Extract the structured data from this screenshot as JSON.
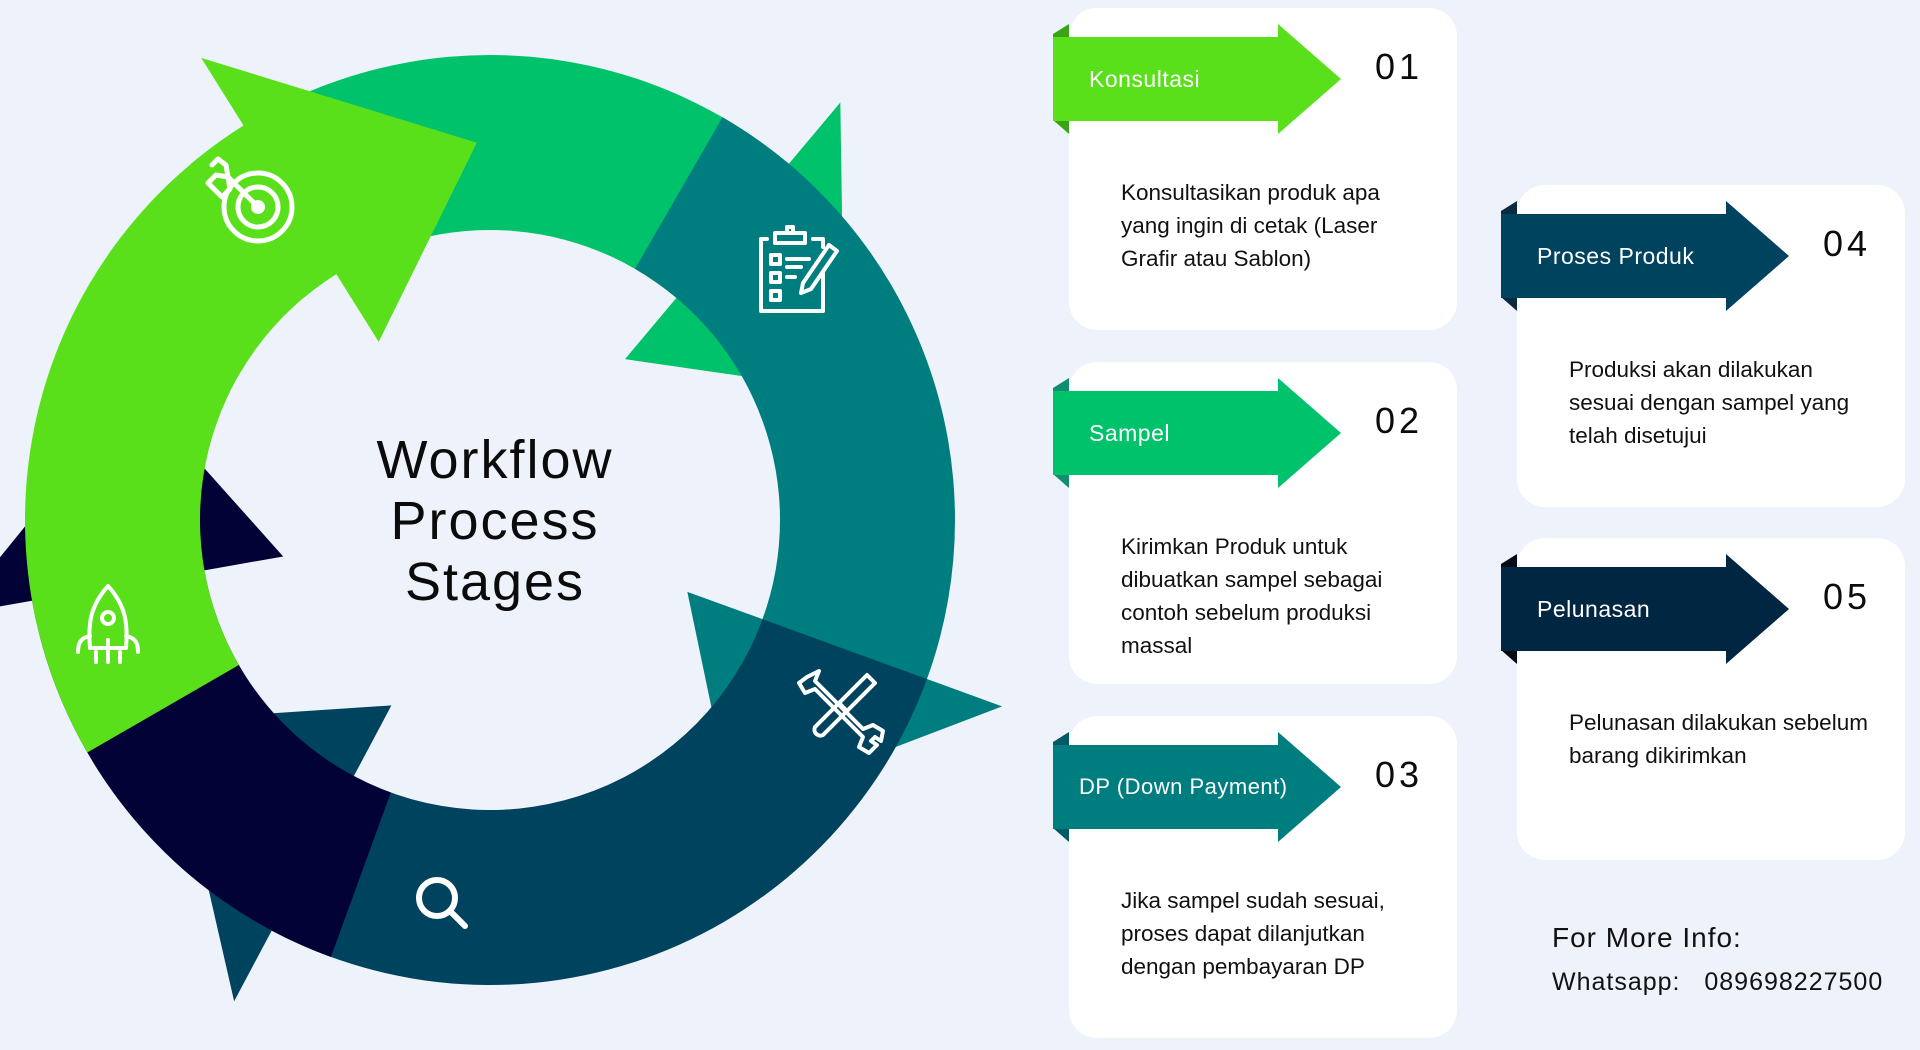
{
  "title": "Workflow Process Stages",
  "title_lines": [
    "Workflow",
    "Process",
    "Stages"
  ],
  "cycle": {
    "segments": [
      {
        "name": "goal",
        "icon": "target-icon",
        "color": "#5ae01b"
      },
      {
        "name": "plan",
        "icon": "clipboard-checklist-icon",
        "color": "#00c26b"
      },
      {
        "name": "build",
        "icon": "tools-icon",
        "color": "#007d7e"
      },
      {
        "name": "review",
        "icon": "search-icon",
        "color": "#00435e"
      },
      {
        "name": "launch",
        "icon": "rocket-icon",
        "color": "#020236"
      }
    ]
  },
  "steps": [
    {
      "label": "Konsultasi",
      "number": "01",
      "color": "#5ae01b",
      "fold_color": "#3aa514",
      "description": "Konsultasikan produk apa yang ingin di cetak (Laser Grafir atau Sablon)"
    },
    {
      "label": "Sampel",
      "number": "02",
      "color": "#00c26b",
      "fold_color": "#0f8f6f",
      "description": "Kirimkan Produk untuk dibuatkan sampel sebagai contoh sebelum produksi massal"
    },
    {
      "label": "DP (Down Payment)",
      "number": "03",
      "color": "#007d7e",
      "fold_color": "#035a66",
      "description": "Jika sampel sudah sesuai, proses dapat dilanjutkan dengan pembayaran DP"
    },
    {
      "label": "Proses Produk",
      "number": "04",
      "color": "#00435e",
      "fold_color": "#0a2a3e",
      "description": "Produksi akan dilakukan sesuai dengan sampel yang telah disetujui"
    },
    {
      "label": "Pelunasan",
      "number": "05",
      "color": "#002642",
      "fold_color": "#050b15",
      "description": "Pelunasan dilakukan sebelum barang dikirimkan"
    }
  ],
  "contact": {
    "title": "For More Info:",
    "whatsapp_label": "Whatsapp:",
    "whatsapp_number": "089698227500"
  }
}
